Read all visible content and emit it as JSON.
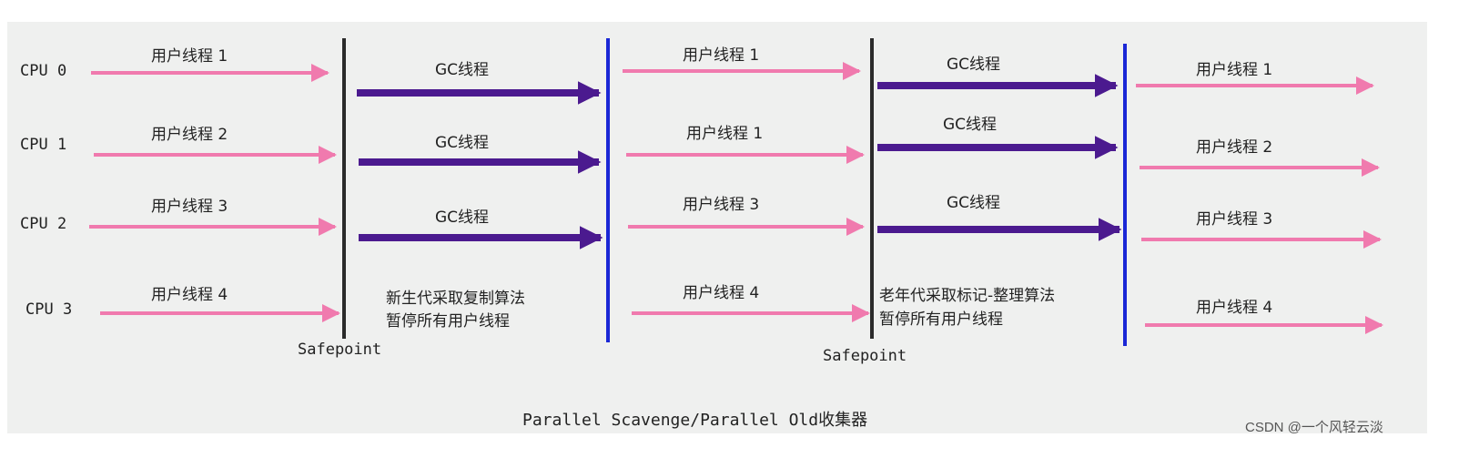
{
  "colors": {
    "background": "#eff0ef",
    "user_arrow": "#f07aae",
    "gc_arrow": "#4b1a8f",
    "safepoint_line": "#2b2b2b",
    "resume_line": "#1a27d6",
    "text": "#222222",
    "watermark": "#555555"
  },
  "cpus": [
    {
      "label": "CPU 0"
    },
    {
      "label": "CPU 1"
    },
    {
      "label": "CPU 2"
    },
    {
      "label": "CPU 3"
    }
  ],
  "phase1_user_threads": [
    "用户线程 1",
    "用户线程 2",
    "用户线程 3",
    "用户线程 4"
  ],
  "phase1_gc_threads": [
    "GC线程",
    "GC线程",
    "GC线程"
  ],
  "phase1_note": {
    "line1": "新生代采取复制算法",
    "line2": "暂停所有用户线程"
  },
  "safepoint1_label": "Safepoint",
  "phase2_user_threads": [
    "用户线程 1",
    "用户线程 1",
    "用户线程 3",
    "用户线程 4"
  ],
  "phase2_gc_threads": [
    "GC线程",
    "GC线程",
    "GC线程"
  ],
  "phase2_note": {
    "line1": "老年代采取标记-整理算法",
    "line2": "暂停所有用户线程"
  },
  "safepoint2_label": "Safepoint",
  "phase3_user_threads": [
    "用户线程 1",
    "用户线程 2",
    "用户线程 3",
    "用户线程 4"
  ],
  "caption": "Parallel Scavenge/Parallel Old收集器",
  "watermark": "CSDN @一个风轻云淡"
}
